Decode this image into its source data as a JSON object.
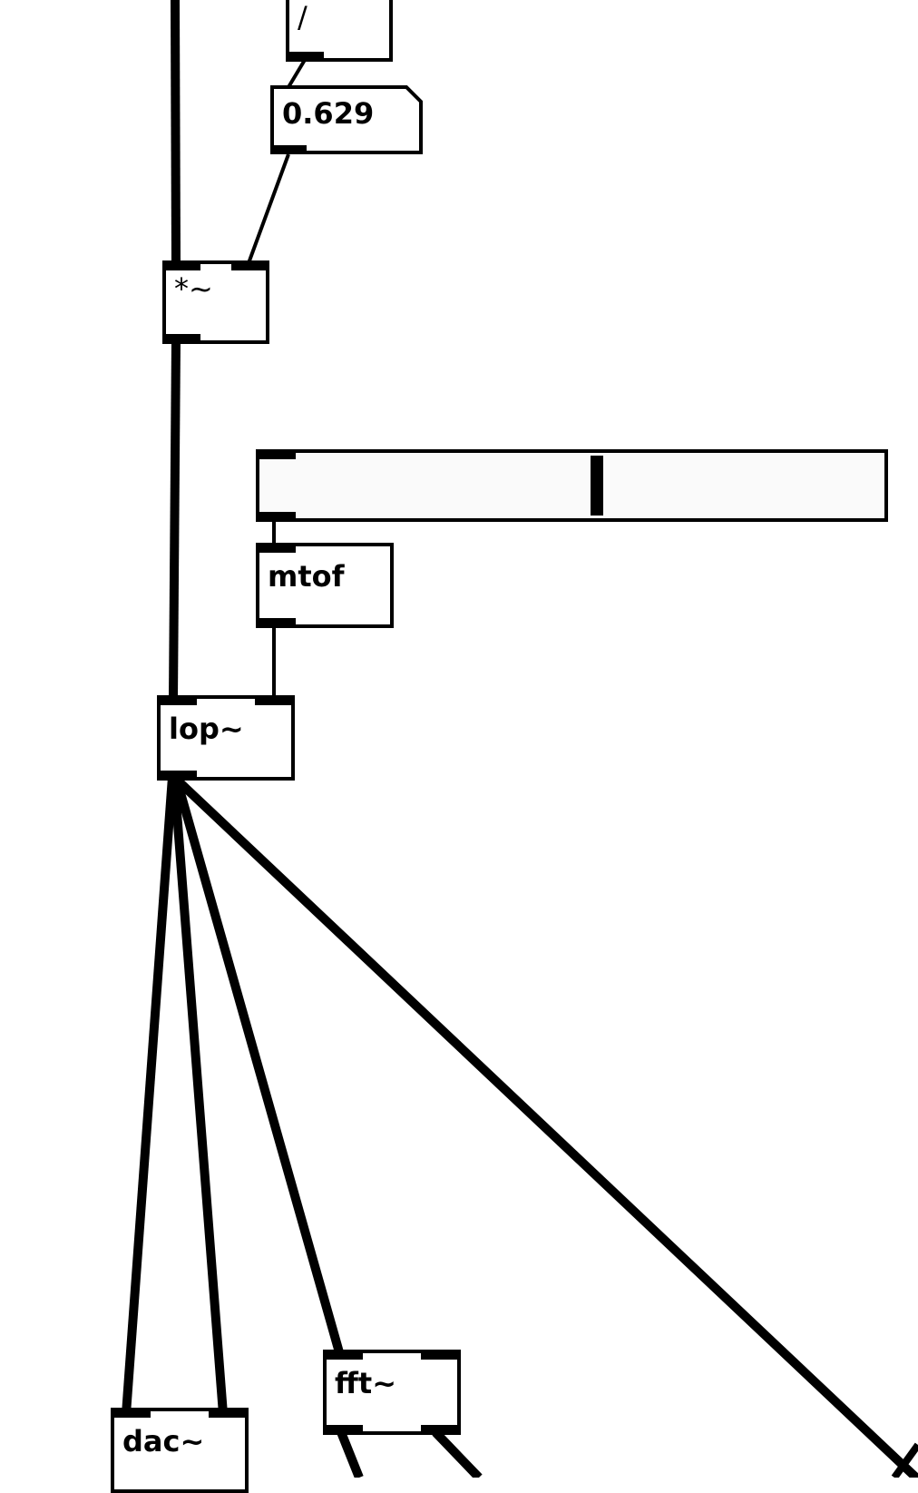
{
  "patch": {
    "objects": {
      "div_label": "/",
      "number_value": "0.629",
      "multiply_label": "*~",
      "mtof_label": "mtof",
      "lop_label": "lop~",
      "fft_label": "fft~",
      "dac_label": "dac~"
    },
    "slider": {
      "position_fraction": 0.54
    }
  }
}
